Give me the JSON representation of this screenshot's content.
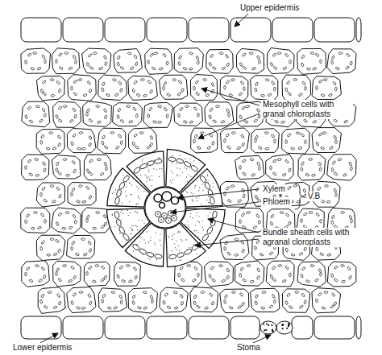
{
  "diagram": {
    "labels": [
      "Upper epidermis",
      "Mesophyll cells with granal chloroplasts",
      "Xylem",
      "Phloem",
      "V.B",
      "Bundle sheath cells with agranal cloroplasts",
      "Lower epidermis",
      "Stoma"
    ]
  }
}
